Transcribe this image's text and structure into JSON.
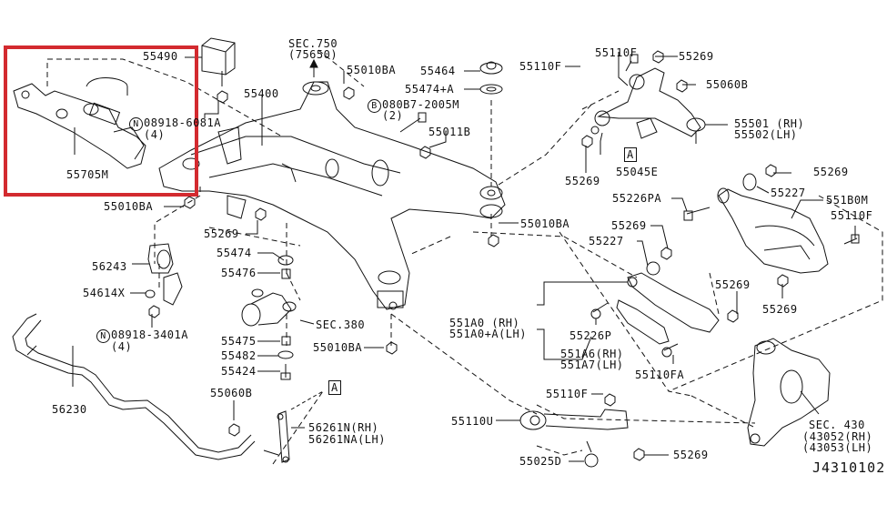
{
  "diagram": {
    "title": "Rear Suspension Member & Links - Exploded Parts Diagram",
    "drawing_code": "J4310102",
    "highlight_color": "#d32a2f",
    "highlighted_part": "55705M",
    "labels": {
      "p55490": "55490",
      "p55705M": "55705M",
      "p08918_6081A": "08918-6081A",
      "p08918_6081A_qty": "(4)",
      "p55010BA_left": "55010BA",
      "p55400": "55400",
      "sec750": "SEC.750",
      "sec750_sub": "(75650)",
      "p55010BA_top": "55010BA",
      "p080B7": "080B7-2005M",
      "p080B7_qty": "(2)",
      "p55464": "55464",
      "p55474A": "55474+A",
      "p55011B": "55011B",
      "p55110F_a": "55110F",
      "p55110F_b": "55110F",
      "p55269_a": "55269",
      "p55060B_a": "55060B",
      "p55501": "55501 (RH)",
      "p55502": "55502(LH)",
      "boxA_top": "A",
      "p55269_b": "55269",
      "p55045E": "55045E",
      "p55269_c": "55269",
      "p55227_a": "55227",
      "p55226PA": "55226PA",
      "p551B0M": "551B0M",
      "p55110F_c": "55110F",
      "p55010BA_mid": "55010BA",
      "p55269_d": "55269",
      "p55227_b": "55227",
      "p55269_e": "55269",
      "p55269_f": "55269",
      "p55269_g": "55269",
      "p56243": "56243",
      "p54614X": "54614X",
      "p08918_3401A": "08918-3401A",
      "p08918_3401A_qty": "(4)",
      "p55474": "55474",
      "p55476": "55476",
      "sec380": "SEC.380",
      "p55475": "55475",
      "p55482": "55482",
      "p55424": "55424",
      "p55010BA_low": "55010BA",
      "p551A0": "551A0 (RH)",
      "p551A0A": "551A0+A(LH)",
      "p55226P": "55226P",
      "p551A6": "551A6(RH)",
      "p551A7": "551A7(LH)",
      "p55110FA": "55110FA",
      "p56230": "56230",
      "p55060B_b": "55060B",
      "boxA_low": "A",
      "p56261N": "56261N(RH)",
      "p56261NA": "56261NA(LH)",
      "p55110F_d": "55110F",
      "p55110U": "55110U",
      "p55269_h": "55269",
      "p55025D": "55025D",
      "sec430": "SEC. 430",
      "p43052": "(43052(RH)",
      "p43053": "(43053(LH)"
    },
    "circle_markers": {
      "N": "N",
      "B": "B"
    }
  }
}
